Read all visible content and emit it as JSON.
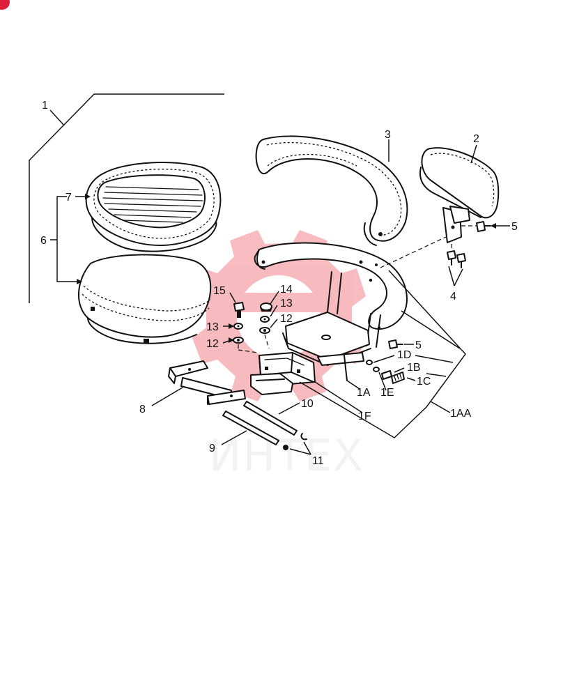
{
  "watermark": {
    "text": "ИНТЕХ",
    "color": "#e8303c"
  },
  "callouts": {
    "c1": "1",
    "c2": "2",
    "c3": "3",
    "c4": "4",
    "c5a": "5",
    "c5b": "5",
    "c6": "6",
    "c7": "7",
    "c8": "8",
    "c9": "9",
    "c10": "10",
    "c11": "11",
    "c12a": "12",
    "c12b": "12",
    "c13a": "13",
    "c13b": "13",
    "c14": "14",
    "c15": "15",
    "c1A": "1A",
    "c1AA": "1AA",
    "c1B": "1B",
    "c1C": "1C",
    "c1D": "1D",
    "c1E": "1E",
    "c1F": "1F"
  }
}
